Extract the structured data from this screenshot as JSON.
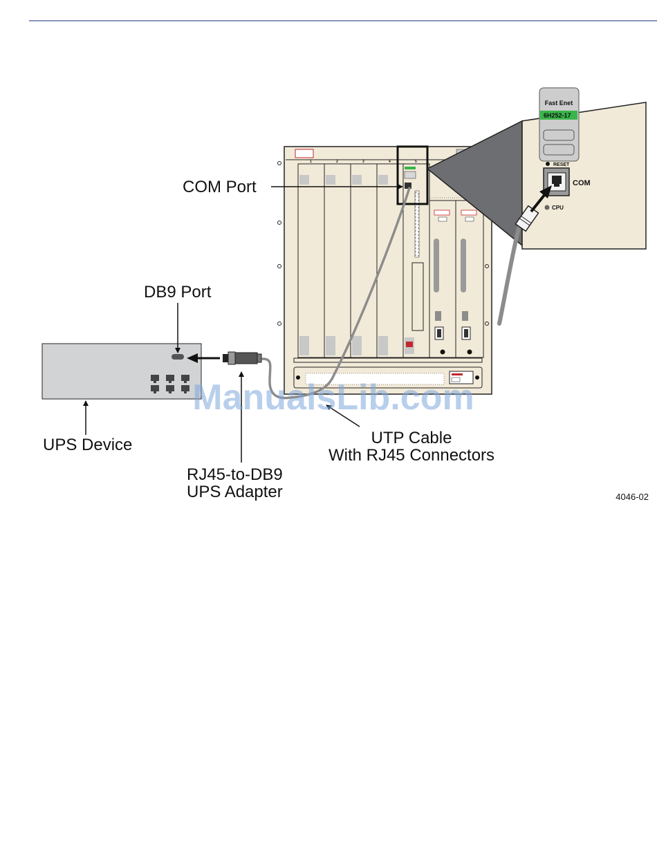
{
  "labels": {
    "com_port": "COM Port",
    "db9_port": "DB9 Port",
    "ups_device": "UPS Device",
    "adapter_line1": "RJ45-to-DB9",
    "adapter_line2": "UPS Adapter",
    "cable_line1": "UTP Cable",
    "cable_line2": "With RJ45 Connectors"
  },
  "figure_number": "4046-02",
  "module": {
    "title": "Fast Enet",
    "part_number": "6H252-17",
    "reset_label": "RESET",
    "com_label": "COM",
    "cpu_label": "CPU"
  },
  "chassis": {
    "slot_numbers": [
      "1",
      "2",
      "3",
      "4",
      "5"
    ]
  },
  "watermark": "ManualsLib.com",
  "colors": {
    "header_rule": "#8a93bb",
    "chassis_fill": "#f2ead8",
    "module_green": "#39b54a",
    "callout_gray": "#6d6e71",
    "cable_gray": "#8c8c8c",
    "ups_fill": "#d1d3d4",
    "watermark": "#7fa8dd"
  }
}
